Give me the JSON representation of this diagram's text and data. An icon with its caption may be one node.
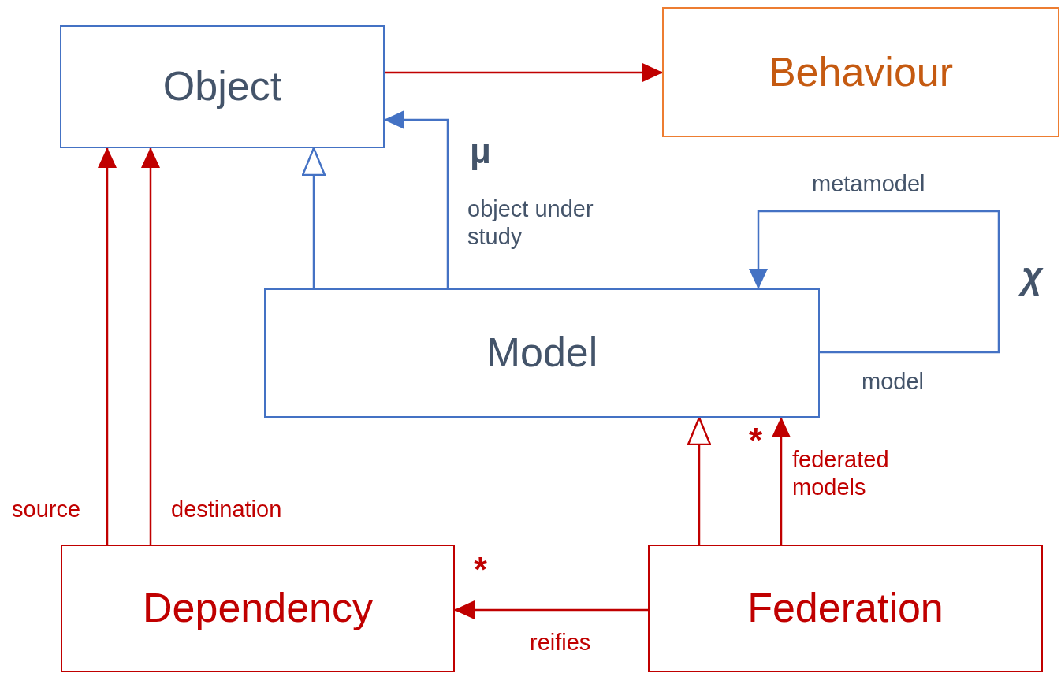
{
  "diagram": {
    "nodes": [
      {
        "text": [
          "Object"
        ]
      },
      {
        "text": [
          "Behaviour"
        ]
      },
      {
        "text": [
          "Model"
        ]
      },
      {
        "text": [
          "Dependency"
        ]
      },
      {
        "text": [
          "Federation"
        ]
      }
    ],
    "edges": [
      {
        "from": 0,
        "to": 1,
        "arrow": "to"
      },
      {
        "from": 2,
        "to": 0,
        "arrow": "to",
        "color": "#4472c4"
      },
      {
        "from": 2,
        "to": 0,
        "arrow": "to",
        "label": "object under study",
        "color": "#4472c4"
      },
      {
        "from": 2,
        "to": 2,
        "arrow": "to",
        "label": "metamodel",
        "color": "#4472c4"
      },
      {
        "from": 3,
        "to": 0,
        "arrow": "to",
        "label": "source"
      },
      {
        "from": 3,
        "to": 0,
        "arrow": "to",
        "label": "destination"
      },
      {
        "from": 4,
        "to": 2,
        "arrow": "to"
      },
      {
        "from": 4,
        "to": 2,
        "arrow": "to",
        "label": "federated models"
      },
      {
        "from": 4,
        "to": 3,
        "arrow": "to",
        "label": "reifies"
      }
    ],
    "labels": [
      "μ",
      "χ",
      "model",
      "*",
      "*"
    ]
  }
}
